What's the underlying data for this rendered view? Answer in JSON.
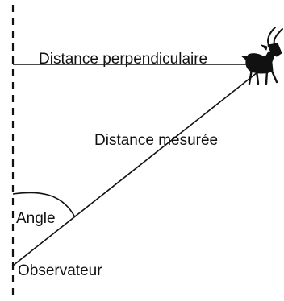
{
  "labels": {
    "perpendicular": "Distance perpendiculaire",
    "measured": "Distance mesurée",
    "angle": "Angle",
    "observer": "Observateur"
  },
  "colors": {
    "ink": "#111111",
    "background": "#ffffff"
  },
  "icons": {
    "animal": "antelope-silhouette-icon"
  }
}
